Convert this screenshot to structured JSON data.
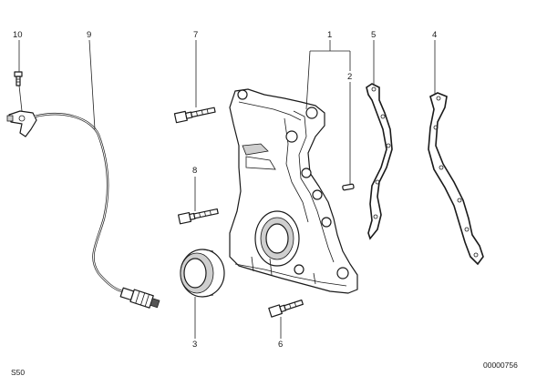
{
  "callouts": [
    {
      "id": "10",
      "text": "10"
    },
    {
      "id": "9",
      "text": "9"
    },
    {
      "id": "7",
      "text": "7"
    },
    {
      "id": "1",
      "text": "1"
    },
    {
      "id": "2",
      "text": "2"
    },
    {
      "id": "5",
      "text": "5"
    },
    {
      "id": "4",
      "text": "4"
    },
    {
      "id": "8",
      "text": "8"
    },
    {
      "id": "3",
      "text": "3"
    },
    {
      "id": "6",
      "text": "6"
    }
  ],
  "footer": {
    "series": "S50",
    "drawing_number": "00000756"
  }
}
